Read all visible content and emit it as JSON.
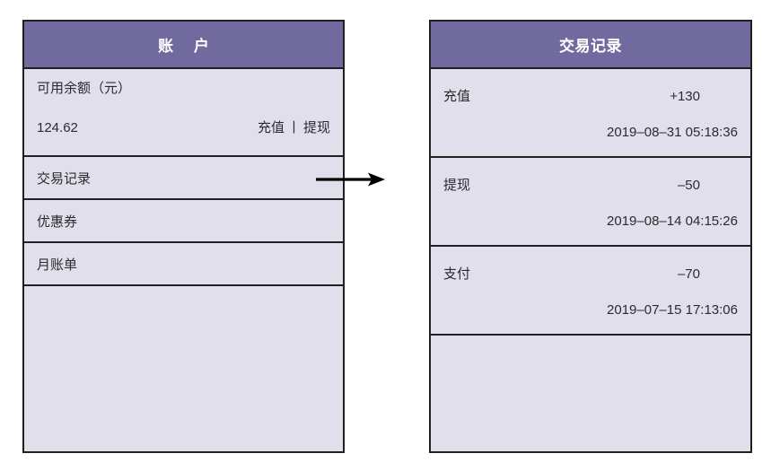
{
  "account_panel": {
    "title": "账 户",
    "balance": {
      "label": "可用余额（元）",
      "amount": "124.62",
      "action_recharge": "充值",
      "action_separator": "丨",
      "action_withdraw": "提现"
    },
    "menu_items": [
      {
        "label": "交易记录"
      },
      {
        "label": "优惠券"
      },
      {
        "label": "月账单"
      }
    ]
  },
  "transactions_panel": {
    "title": "交易记录",
    "items": [
      {
        "type": "充值",
        "amount": "+130",
        "timestamp": "2019–08–31 05:18:36"
      },
      {
        "type": "提现",
        "amount": "–50",
        "timestamp": "2019–08–14 04:15:26"
      },
      {
        "type": "支付",
        "amount": "–70",
        "timestamp": "2019–07–15 17:13:06"
      }
    ]
  },
  "flow": {
    "arrow": "arrow-right-icon"
  },
  "colors": {
    "header_purple": "#716a9e",
    "panel_background": "#e2dfec",
    "border": "#231f20",
    "text": "#2b2b2b",
    "header_text": "#ffffff"
  }
}
